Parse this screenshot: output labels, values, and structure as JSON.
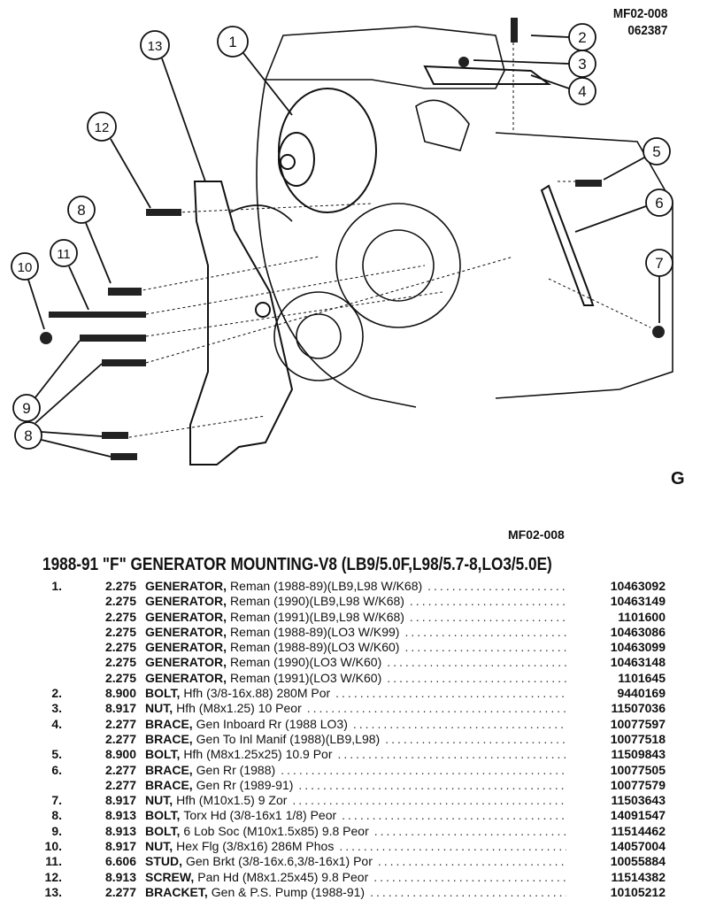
{
  "header": {
    "illustration_code": "MF02-008",
    "date_code": "062387"
  },
  "diagram": {
    "callouts": [
      "1",
      "2",
      "3",
      "4",
      "5",
      "6",
      "7",
      "8",
      "8",
      "9",
      "10",
      "11",
      "12",
      "13"
    ],
    "logo": "G"
  },
  "section_code": "MF02-008",
  "title": "1988-91 \"F\" GENERATOR MOUNTING-V8 (LB9/5.0F,L98/5.7-8,LO3/5.0E)",
  "rows": [
    {
      "idx": "1.",
      "group": "2.275",
      "name": "GENERATOR,",
      "detail": "Reman (1988-89)(LB9,L98 W/K68)",
      "part": "10463092"
    },
    {
      "idx": "",
      "group": "2.275",
      "name": "GENERATOR,",
      "detail": "Reman (1990)(LB9,L98 W/K68)",
      "part": "10463149"
    },
    {
      "idx": "",
      "group": "2.275",
      "name": "GENERATOR,",
      "detail": "Reman (1991)(LB9,L98 W/K68)",
      "part": "1101600"
    },
    {
      "idx": "",
      "group": "2.275",
      "name": "GENERATOR,",
      "detail": "Reman (1988-89)(LO3 W/K99)",
      "part": "10463086"
    },
    {
      "idx": "",
      "group": "2.275",
      "name": "GENERATOR,",
      "detail": "Reman (1988-89)(LO3 W/K60)",
      "part": "10463099"
    },
    {
      "idx": "",
      "group": "2.275",
      "name": "GENERATOR,",
      "detail": "Reman (1990)(LO3 W/K60)",
      "part": "10463148"
    },
    {
      "idx": "",
      "group": "2.275",
      "name": "GENERATOR,",
      "detail": "Reman (1991)(LO3 W/K60)",
      "part": "1101645"
    },
    {
      "idx": "2.",
      "group": "8.900",
      "name": "BOLT,",
      "detail": "Hfh (3/8-16x.88) 280M Por",
      "part": "9440169"
    },
    {
      "idx": "3.",
      "group": "8.917",
      "name": "NUT,",
      "detail": "Hfh (M8x1.25) 10 Peor",
      "part": "11507036"
    },
    {
      "idx": "4.",
      "group": "2.277",
      "name": "BRACE,",
      "detail": "Gen Inboard Rr (1988 LO3)",
      "part": "10077597"
    },
    {
      "idx": "",
      "group": "2.277",
      "name": "BRACE,",
      "detail": "Gen To Inl Manif (1988)(LB9,L98)",
      "part": "10077518"
    },
    {
      "idx": "5.",
      "group": "8.900",
      "name": "BOLT,",
      "detail": "Hfh (M8x1.25x25) 10.9 Por",
      "part": "11509843"
    },
    {
      "idx": "6.",
      "group": "2.277",
      "name": "BRACE,",
      "detail": "Gen Rr (1988)",
      "part": "10077505"
    },
    {
      "idx": "",
      "group": "2.277",
      "name": "BRACE,",
      "detail": "Gen Rr (1989-91)",
      "part": "10077579"
    },
    {
      "idx": "7.",
      "group": "8.917",
      "name": "NUT,",
      "detail": "Hfh (M10x1.5) 9 Zor",
      "part": "11503643"
    },
    {
      "idx": "8.",
      "group": "8.913",
      "name": "BOLT,",
      "detail": "Torx Hd (3/8-16x1 1/8) Peor",
      "part": "14091547"
    },
    {
      "idx": "9.",
      "group": "8.913",
      "name": "BOLT,",
      "detail": "6 Lob Soc (M10x1.5x85) 9.8 Peor",
      "part": "11514462"
    },
    {
      "idx": "10.",
      "group": "8.917",
      "name": "NUT,",
      "detail": "Hex Flg (3/8x16) 286M Phos",
      "part": "14057004"
    },
    {
      "idx": "11.",
      "group": "6.606",
      "name": "STUD,",
      "detail": "Gen Brkt (3/8-16x.6,3/8-16x1) Por",
      "part": "10055884"
    },
    {
      "idx": "12.",
      "group": "8.913",
      "name": "SCREW,",
      "detail": "Pan Hd (M8x1.25x45) 9.8 Peor",
      "part": "11514382"
    },
    {
      "idx": "13.",
      "group": "2.277",
      "name": "BRACKET,",
      "detail": "Gen & P.S. Pump (1988-91)",
      "part": "10105212"
    }
  ]
}
